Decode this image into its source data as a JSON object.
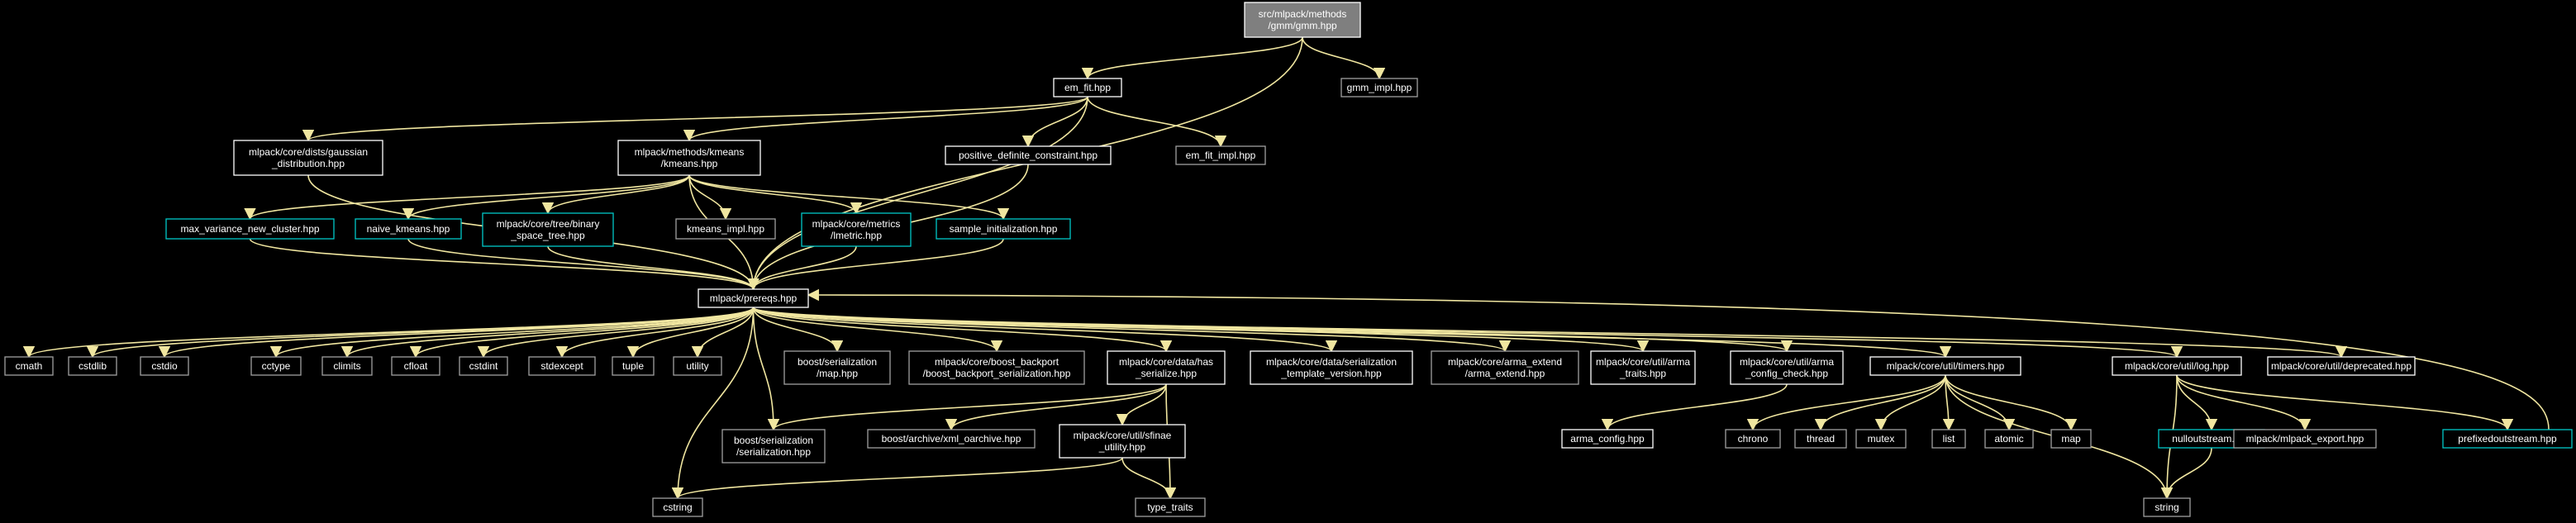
{
  "nodes": [
    {
      "id": "gmm",
      "lines": [
        "src/mlpack/methods",
        "/gmm/gmm.hpp"
      ],
      "kind": "root"
    },
    {
      "id": "em_fit",
      "lines": [
        "em_fit.hpp"
      ],
      "kind": "normal"
    },
    {
      "id": "gmm_impl",
      "lines": [
        "gmm_impl.hpp"
      ],
      "kind": "external"
    },
    {
      "id": "gauss",
      "lines": [
        "mlpack/core/dists/gaussian",
        "_distribution.hpp"
      ],
      "kind": "normal"
    },
    {
      "id": "kmeans",
      "lines": [
        "mlpack/methods/kmeans",
        "/kmeans.hpp"
      ],
      "kind": "normal"
    },
    {
      "id": "posdef",
      "lines": [
        "positive_definite_constraint.hpp"
      ],
      "kind": "normal"
    },
    {
      "id": "em_fit_impl",
      "lines": [
        "em_fit_impl.hpp"
      ],
      "kind": "external"
    },
    {
      "id": "maxvar",
      "lines": [
        "max_variance_new_cluster.hpp"
      ],
      "kind": "cyan"
    },
    {
      "id": "naive",
      "lines": [
        "naive_kmeans.hpp"
      ],
      "kind": "cyan"
    },
    {
      "id": "bst",
      "lines": [
        "mlpack/core/tree/binary",
        "_space_tree.hpp"
      ],
      "kind": "cyan"
    },
    {
      "id": "kmeans_impl",
      "lines": [
        "kmeans_impl.hpp"
      ],
      "kind": "external"
    },
    {
      "id": "lmetric",
      "lines": [
        "mlpack/core/metrics",
        "/lmetric.hpp"
      ],
      "kind": "cyan"
    },
    {
      "id": "sample",
      "lines": [
        "sample_initialization.hpp"
      ],
      "kind": "cyan"
    },
    {
      "id": "prereqs",
      "lines": [
        "mlpack/prereqs.hpp"
      ],
      "kind": "normal"
    },
    {
      "id": "cmath",
      "lines": [
        "cmath"
      ],
      "kind": "external"
    },
    {
      "id": "cstdlib",
      "lines": [
        "cstdlib"
      ],
      "kind": "external"
    },
    {
      "id": "cstdio",
      "lines": [
        "cstdio"
      ],
      "kind": "external"
    },
    {
      "id": "cctype",
      "lines": [
        "cctype"
      ],
      "kind": "external"
    },
    {
      "id": "climits",
      "lines": [
        "climits"
      ],
      "kind": "external"
    },
    {
      "id": "cfloat",
      "lines": [
        "cfloat"
      ],
      "kind": "external"
    },
    {
      "id": "cstdint",
      "lines": [
        "cstdint"
      ],
      "kind": "external"
    },
    {
      "id": "stdexcept",
      "lines": [
        "stdexcept"
      ],
      "kind": "external"
    },
    {
      "id": "tuple",
      "lines": [
        "tuple"
      ],
      "kind": "external"
    },
    {
      "id": "utility",
      "lines": [
        "utility"
      ],
      "kind": "external"
    },
    {
      "id": "bmap",
      "lines": [
        "boost/serialization",
        "/map.hpp"
      ],
      "kind": "external"
    },
    {
      "id": "backport",
      "lines": [
        "mlpack/core/boost_backport",
        "/boost_backport_serialization.hpp"
      ],
      "kind": "external"
    },
    {
      "id": "has_ser",
      "lines": [
        "mlpack/core/data/has",
        "_serialize.hpp"
      ],
      "kind": "normal"
    },
    {
      "id": "ser_tmpl",
      "lines": [
        "mlpack/core/data/serialization",
        "_template_version.hpp"
      ],
      "kind": "normal"
    },
    {
      "id": "arma_ext",
      "lines": [
        "mlpack/core/arma_extend",
        "/arma_extend.hpp"
      ],
      "kind": "external"
    },
    {
      "id": "arma_traits",
      "lines": [
        "mlpack/core/util/arma",
        "_traits.hpp"
      ],
      "kind": "normal"
    },
    {
      "id": "arma_check",
      "lines": [
        "mlpack/core/util/arma",
        "_config_check.hpp"
      ],
      "kind": "normal"
    },
    {
      "id": "timers",
      "lines": [
        "mlpack/core/util/timers.hpp"
      ],
      "kind": "normal"
    },
    {
      "id": "log",
      "lines": [
        "mlpack/core/util/log.hpp"
      ],
      "kind": "normal"
    },
    {
      "id": "deprecated",
      "lines": [
        "mlpack/core/util/deprecated.hpp"
      ],
      "kind": "normal"
    },
    {
      "id": "bser",
      "lines": [
        "boost/serialization",
        "/serialization.hpp"
      ],
      "kind": "external"
    },
    {
      "id": "xml",
      "lines": [
        "boost/archive/xml_oarchive.hpp"
      ],
      "kind": "external"
    },
    {
      "id": "sfinae",
      "lines": [
        "mlpack/core/util/sfinae",
        "_utility.hpp"
      ],
      "kind": "normal"
    },
    {
      "id": "arma_cfg",
      "lines": [
        "arma_config.hpp"
      ],
      "kind": "normal"
    },
    {
      "id": "chrono",
      "lines": [
        "chrono"
      ],
      "kind": "external"
    },
    {
      "id": "thread",
      "lines": [
        "thread"
      ],
      "kind": "external"
    },
    {
      "id": "mutex",
      "lines": [
        "mutex"
      ],
      "kind": "external"
    },
    {
      "id": "list",
      "lines": [
        "list"
      ],
      "kind": "external"
    },
    {
      "id": "atomic",
      "lines": [
        "atomic"
      ],
      "kind": "external"
    },
    {
      "id": "map",
      "lines": [
        "map"
      ],
      "kind": "external"
    },
    {
      "id": "nullout",
      "lines": [
        "nulloutstream.hpp"
      ],
      "kind": "cyan"
    },
    {
      "id": "export",
      "lines": [
        "mlpack/mlpack_export.hpp"
      ],
      "kind": "external"
    },
    {
      "id": "prefixed",
      "lines": [
        "prefixedoutstream.hpp"
      ],
      "kind": "cyan"
    },
    {
      "id": "cstring",
      "lines": [
        "cstring"
      ],
      "kind": "external"
    },
    {
      "id": "type_traits",
      "lines": [
        "type_traits"
      ],
      "kind": "external"
    },
    {
      "id": "string",
      "lines": [
        "string"
      ],
      "kind": "external"
    }
  ],
  "edges": [
    [
      "gmm",
      "em_fit"
    ],
    [
      "gmm",
      "gmm_impl"
    ],
    [
      "gmm",
      "prereqs"
    ],
    [
      "em_fit",
      "gauss"
    ],
    [
      "em_fit",
      "kmeans"
    ],
    [
      "em_fit",
      "posdef"
    ],
    [
      "em_fit",
      "em_fit_impl"
    ],
    [
      "em_fit",
      "prereqs"
    ],
    [
      "gauss",
      "prereqs"
    ],
    [
      "kmeans",
      "maxvar"
    ],
    [
      "kmeans",
      "naive"
    ],
    [
      "kmeans",
      "bst"
    ],
    [
      "kmeans",
      "kmeans_impl"
    ],
    [
      "kmeans",
      "lmetric"
    ],
    [
      "kmeans",
      "sample"
    ],
    [
      "kmeans",
      "prereqs"
    ],
    [
      "posdef",
      "prereqs"
    ],
    [
      "maxvar",
      "prereqs"
    ],
    [
      "naive",
      "prereqs"
    ],
    [
      "bst",
      "prereqs"
    ],
    [
      "lmetric",
      "prereqs"
    ],
    [
      "sample",
      "prereqs"
    ],
    [
      "prereqs",
      "cmath"
    ],
    [
      "prereqs",
      "cstdlib"
    ],
    [
      "prereqs",
      "cstdio"
    ],
    [
      "prereqs",
      "cctype"
    ],
    [
      "prereqs",
      "climits"
    ],
    [
      "prereqs",
      "cfloat"
    ],
    [
      "prereqs",
      "cstdint"
    ],
    [
      "prereqs",
      "stdexcept"
    ],
    [
      "prereqs",
      "tuple"
    ],
    [
      "prereqs",
      "utility"
    ],
    [
      "prereqs",
      "bmap"
    ],
    [
      "prereqs",
      "backport"
    ],
    [
      "prereqs",
      "has_ser"
    ],
    [
      "prereqs",
      "ser_tmpl"
    ],
    [
      "prereqs",
      "arma_ext"
    ],
    [
      "prereqs",
      "arma_traits"
    ],
    [
      "prereqs",
      "arma_check"
    ],
    [
      "prereqs",
      "timers"
    ],
    [
      "prereqs",
      "log"
    ],
    [
      "prereqs",
      "deprecated"
    ],
    [
      "prereqs",
      "cstring"
    ],
    [
      "prereqs",
      "bser"
    ],
    [
      "has_ser",
      "bser"
    ],
    [
      "has_ser",
      "xml"
    ],
    [
      "has_ser",
      "sfinae"
    ],
    [
      "has_ser",
      "type_traits"
    ],
    [
      "sfinae",
      "type_traits"
    ],
    [
      "sfinae",
      "cstring"
    ],
    [
      "arma_check",
      "arma_cfg"
    ],
    [
      "timers",
      "chrono"
    ],
    [
      "timers",
      "thread"
    ],
    [
      "timers",
      "mutex"
    ],
    [
      "timers",
      "list"
    ],
    [
      "timers",
      "atomic"
    ],
    [
      "timers",
      "map"
    ],
    [
      "timers",
      "string"
    ],
    [
      "log",
      "nullout"
    ],
    [
      "log",
      "export"
    ],
    [
      "log",
      "prefixed"
    ],
    [
      "log",
      "string"
    ],
    [
      "nullout",
      "string"
    ],
    [
      "prefixed",
      "prereqs"
    ]
  ],
  "colors": {
    "background": "#000000",
    "edge": "#f0e6a0",
    "node_fill_root": "#7f7f7f",
    "node_border_root": "#ffffff",
    "node_border_normal": "#ffffff",
    "node_border_cyan": "#00c8c8",
    "node_border_external": "#a0a0a0",
    "text": "#ffffff"
  }
}
